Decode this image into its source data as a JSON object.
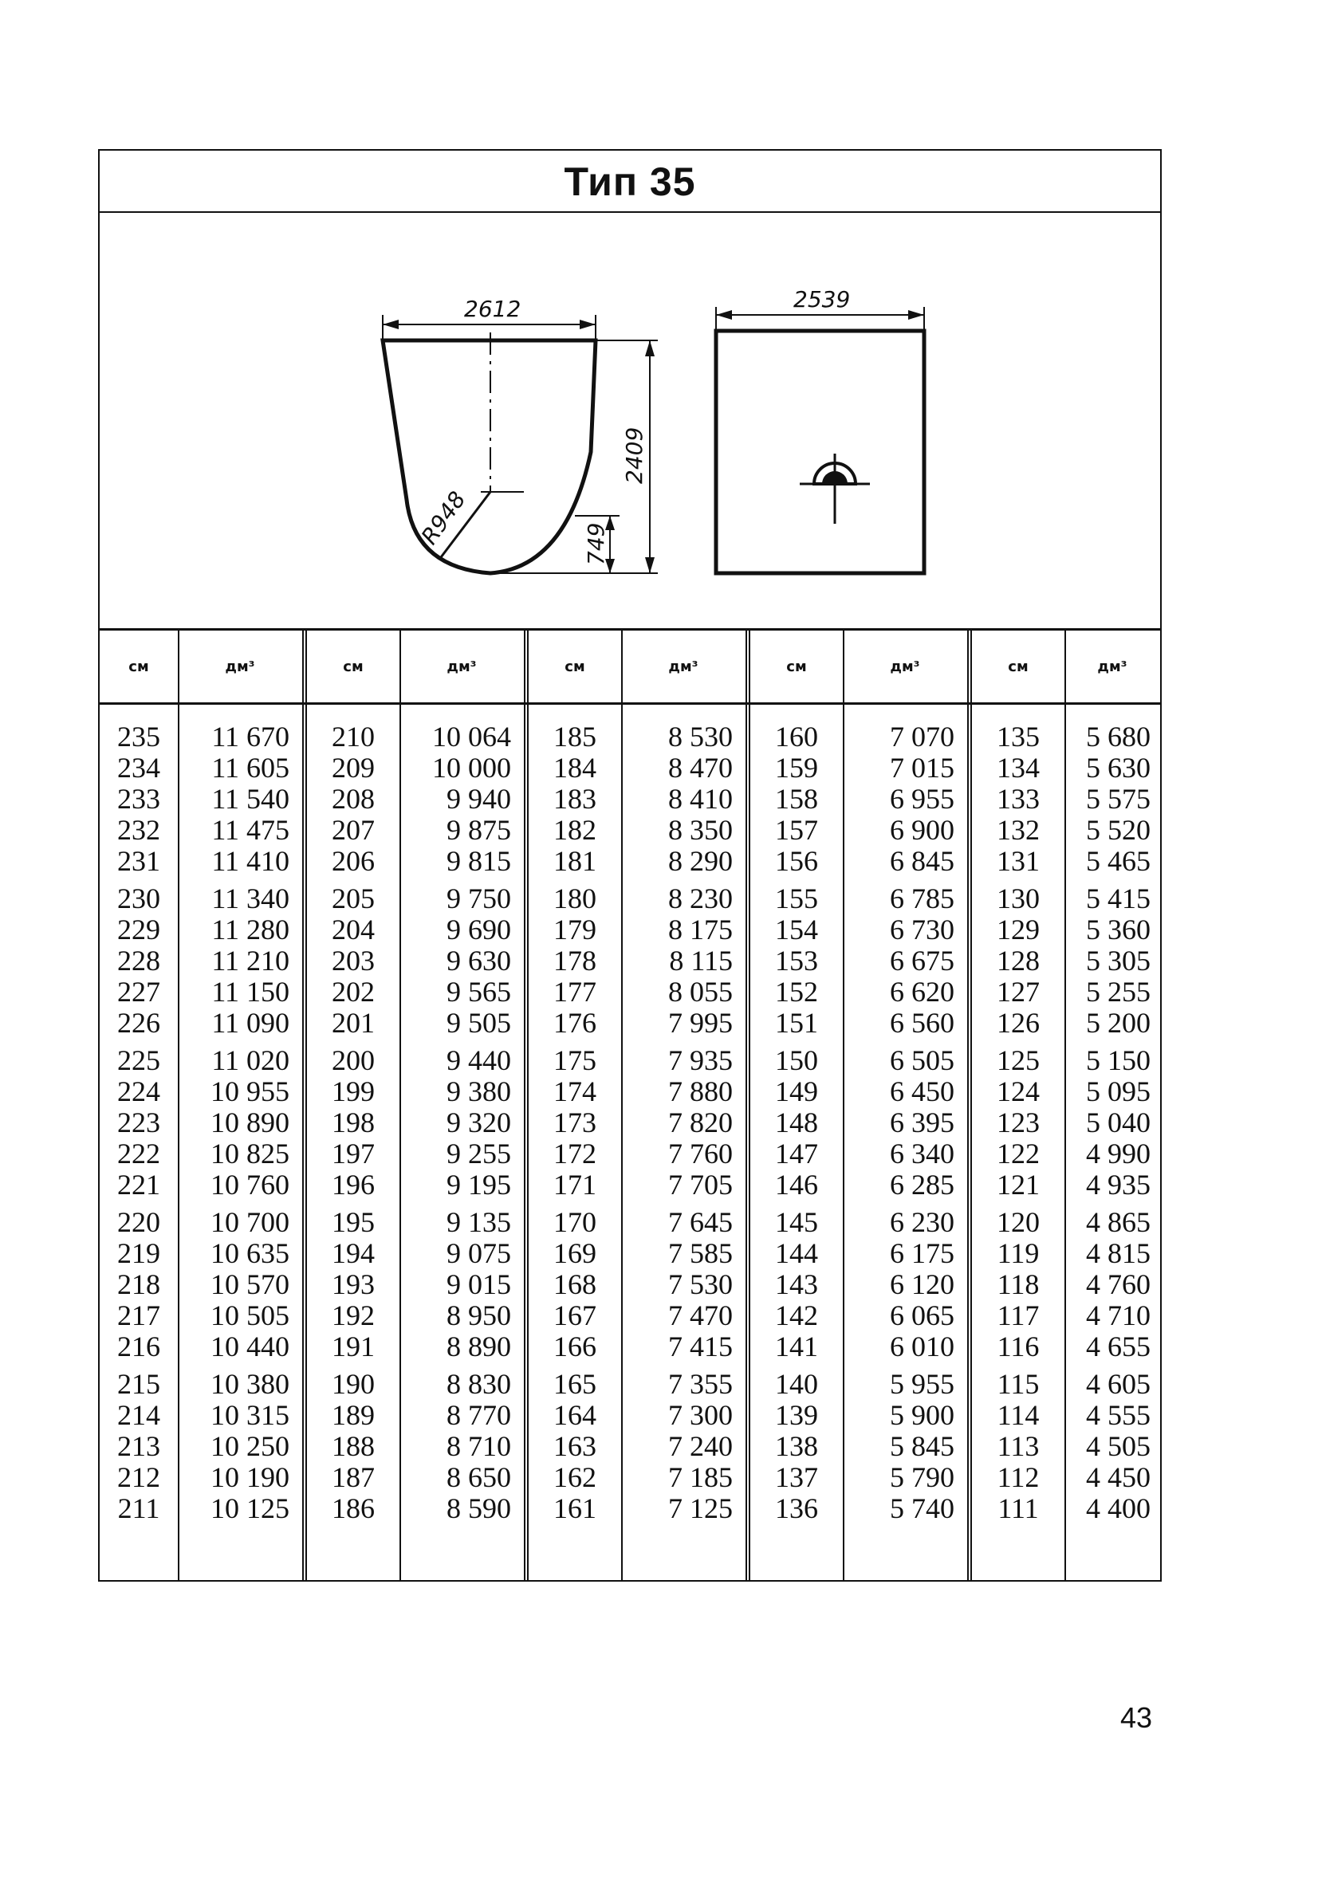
{
  "title": "Тип 35",
  "drawing": {
    "width_label": "2612",
    "side_width_label": "2539",
    "height_label": "2409",
    "radius_label": "R948",
    "bottom_label": "749"
  },
  "header": {
    "cm": "см",
    "dm": "дм³"
  },
  "columns": [
    {
      "cm": [
        "235",
        "234",
        "233",
        "232",
        "231",
        "230",
        "229",
        "228",
        "227",
        "226",
        "225",
        "224",
        "223",
        "222",
        "221",
        "220",
        "219",
        "218",
        "217",
        "216",
        "215",
        "214",
        "213",
        "212",
        "211"
      ],
      "dm": [
        "11 670",
        "11 605",
        "11 540",
        "11 475",
        "11 410",
        "11 340",
        "11 280",
        "11 210",
        "11 150",
        "11 090",
        "11 020",
        "10 955",
        "10 890",
        "10 825",
        "10 760",
        "10 700",
        "10 635",
        "10 570",
        "10 505",
        "10 440",
        "10 380",
        "10 315",
        "10 250",
        "10 190",
        "10 125"
      ]
    },
    {
      "cm": [
        "210",
        "209",
        "208",
        "207",
        "206",
        "205",
        "204",
        "203",
        "202",
        "201",
        "200",
        "199",
        "198",
        "197",
        "196",
        "195",
        "194",
        "193",
        "192",
        "191",
        "190",
        "189",
        "188",
        "187",
        "186"
      ],
      "dm": [
        "10 064",
        "10 000",
        "9 940",
        "9 875",
        "9 815",
        "9 750",
        "9 690",
        "9 630",
        "9 565",
        "9 505",
        "9 440",
        "9 380",
        "9 320",
        "9 255",
        "9 195",
        "9 135",
        "9 075",
        "9 015",
        "8 950",
        "8 890",
        "8 830",
        "8 770",
        "8 710",
        "8 650",
        "8 590"
      ]
    },
    {
      "cm": [
        "185",
        "184",
        "183",
        "182",
        "181",
        "180",
        "179",
        "178",
        "177",
        "176",
        "175",
        "174",
        "173",
        "172",
        "171",
        "170",
        "169",
        "168",
        "167",
        "166",
        "165",
        "164",
        "163",
        "162",
        "161"
      ],
      "dm": [
        "8 530",
        "8 470",
        "8 410",
        "8 350",
        "8 290",
        "8 230",
        "8 175",
        "8 115",
        "8 055",
        "7 995",
        "7 935",
        "7 880",
        "7 820",
        "7 760",
        "7 705",
        "7 645",
        "7 585",
        "7 530",
        "7 470",
        "7 415",
        "7 355",
        "7 300",
        "7 240",
        "7 185",
        "7 125"
      ]
    },
    {
      "cm": [
        "160",
        "159",
        "158",
        "157",
        "156",
        "155",
        "154",
        "153",
        "152",
        "151",
        "150",
        "149",
        "148",
        "147",
        "146",
        "145",
        "144",
        "143",
        "142",
        "141",
        "140",
        "139",
        "138",
        "137",
        "136"
      ],
      "dm": [
        "7 070",
        "7 015",
        "6 955",
        "6 900",
        "6 845",
        "6 785",
        "6 730",
        "6 675",
        "6 620",
        "6 560",
        "6 505",
        "6 450",
        "6 395",
        "6 340",
        "6 285",
        "6 230",
        "6 175",
        "6 120",
        "6 065",
        "6 010",
        "5 955",
        "5 900",
        "5 845",
        "5 790",
        "5 740"
      ]
    },
    {
      "cm": [
        "135",
        "134",
        "133",
        "132",
        "131",
        "130",
        "129",
        "128",
        "127",
        "126",
        "125",
        "124",
        "123",
        "122",
        "121",
        "120",
        "119",
        "118",
        "117",
        "116",
        "115",
        "114",
        "113",
        "112",
        "111"
      ],
      "dm": [
        "5 680",
        "5 630",
        "5 575",
        "5 520",
        "5 465",
        "5 415",
        "5 360",
        "5 305",
        "5 255",
        "5 200",
        "5 150",
        "5 095",
        "5 040",
        "4 990",
        "4 935",
        "4 865",
        "4 815",
        "4 760",
        "4 710",
        "4 655",
        "4 605",
        "4 555",
        "4 505",
        "4 450",
        "4 400"
      ]
    }
  ],
  "page_number": "43"
}
